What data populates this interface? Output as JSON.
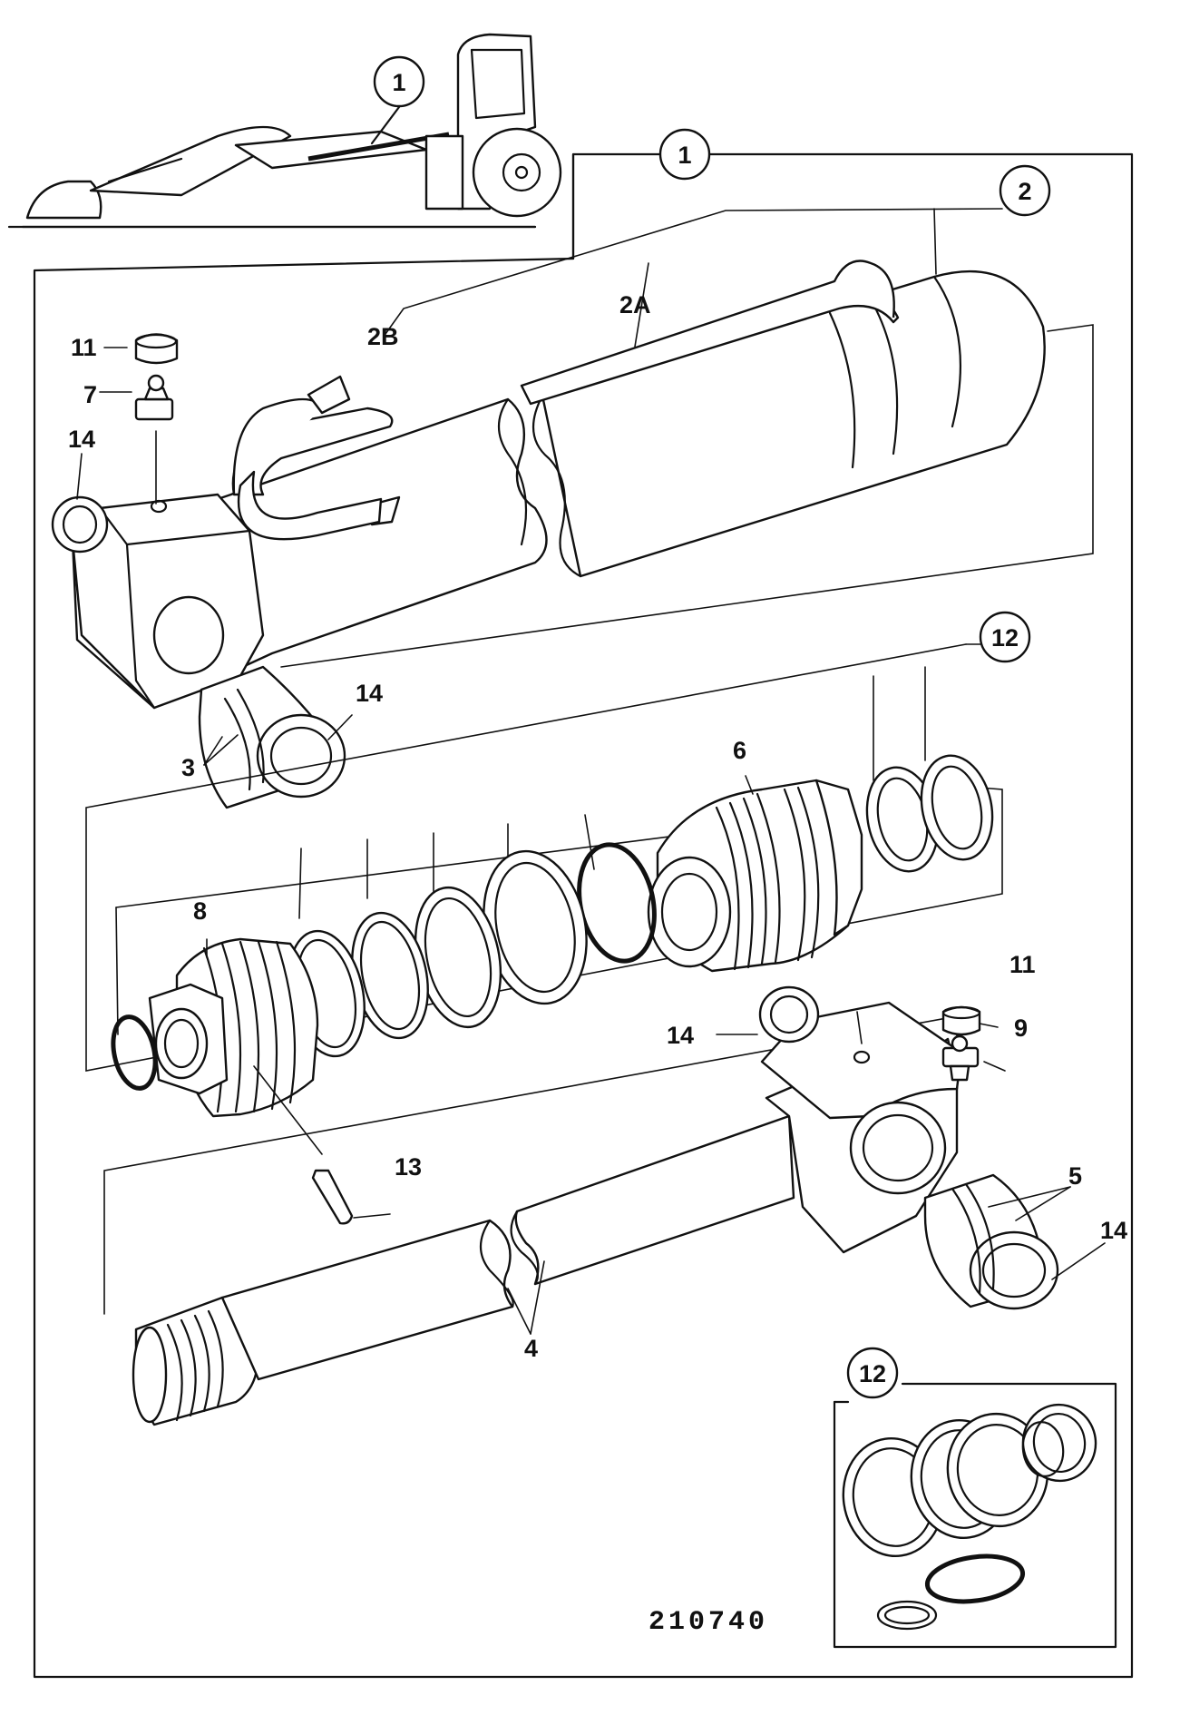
{
  "callouts": {
    "c1_inset": "1",
    "c1_main": "1",
    "c2": "2",
    "c12_main": "12",
    "c12_kit": "12"
  },
  "labels": {
    "l2A": "2A",
    "l2B": "2B",
    "l3": "3",
    "l4": "4",
    "l5": "5",
    "l6": "6",
    "l7": "7",
    "l8": "8",
    "l9": "9",
    "l11_top": "11",
    "l11_bottom": "11",
    "l13": "13",
    "l14_topleft": "14",
    "l14_left": "14",
    "l14_mid": "14",
    "l14_right": "14"
  },
  "figure_ref": "210740"
}
